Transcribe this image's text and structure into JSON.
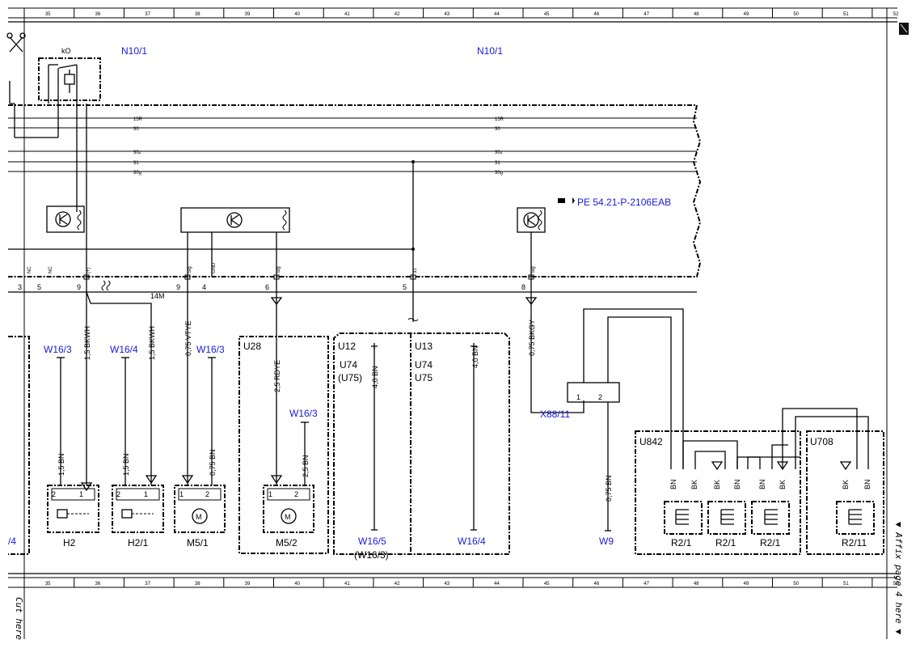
{
  "grid": {
    "columns": [
      "35",
      "36",
      "37",
      "38",
      "39",
      "40",
      "41",
      "42",
      "43",
      "44",
      "45",
      "46",
      "47",
      "48",
      "49",
      "50",
      "51",
      "52"
    ]
  },
  "modules": {
    "left": "N10/1",
    "right": "N10/1",
    "relay": "kO"
  },
  "bus_lines": {
    "left": [
      "15R",
      "30",
      "30z",
      "31",
      "30g"
    ],
    "right": [
      "15R",
      "30",
      "30z",
      "31",
      "30g"
    ]
  },
  "reference": "PE 54.21-P-2106EAB",
  "pin_labels": {
    "nc1": "NC",
    "nc2": "NC",
    "plus": "(+)",
    "sig1": "Sig",
    "gnd": "GND",
    "sig2": "Sig",
    "p31": "31",
    "sig3": "Sig"
  },
  "pin_numbers": [
    "3",
    "5",
    "9",
    "9",
    "4",
    "6",
    "5",
    "8"
  ],
  "connector": "14M",
  "wires": {
    "bkwh1": "1,5 BKWH",
    "bkwh2": "1,5 BKWH",
    "vtye": "0,75 VTYE",
    "rdye": "2,5 RDYE",
    "bn40a": "4,0 BN",
    "bn40b": "4,0 BN",
    "bkgy": "0,75 BKGY",
    "bn15a": "1,5 BN",
    "bn15b": "1,5 BN",
    "bn075": "0,75 BN",
    "bn25": "2,5 BN",
    "bn075b": "0,75 BN"
  },
  "grounds": {
    "w163a": "W16/3",
    "w164": "W16/4",
    "w163b": "W16/3",
    "w163c": "W16/3",
    "w165": "W16/5",
    "w165alt": "(W16/3)",
    "w164b": "W16/4",
    "w9": "W9",
    "left_edge": "/4"
  },
  "sections": {
    "u28": "U28",
    "u12": "U12",
    "u12_sub1": "U74",
    "u12_sub2": "(U75)",
    "u13": "U13",
    "u13_sub1": "U74",
    "u13_sub2": "U75",
    "u842": "U842",
    "u708": "U708"
  },
  "components": {
    "h2": "H2",
    "h21": "H2/1",
    "m51": "M5/1",
    "m52": "M5/2",
    "r21a": "R2/1",
    "r21b": "R2/1",
    "r21c": "R2/1",
    "r211": "R2/11",
    "x88": "X88/11"
  },
  "component_pins": {
    "h2": [
      "2",
      "1"
    ],
    "h21": [
      "2",
      "1"
    ],
    "m51": [
      "1",
      "2"
    ],
    "m52": [
      "1",
      "2"
    ],
    "x88": [
      "1",
      "2"
    ]
  },
  "heater_wires": [
    "BN",
    "BK",
    "BK",
    "BN",
    "BN",
    "BK",
    "BK",
    "BN"
  ],
  "margin_text": {
    "affix": "▼ Affix page 4 here ▼",
    "cut": "Cut here"
  }
}
